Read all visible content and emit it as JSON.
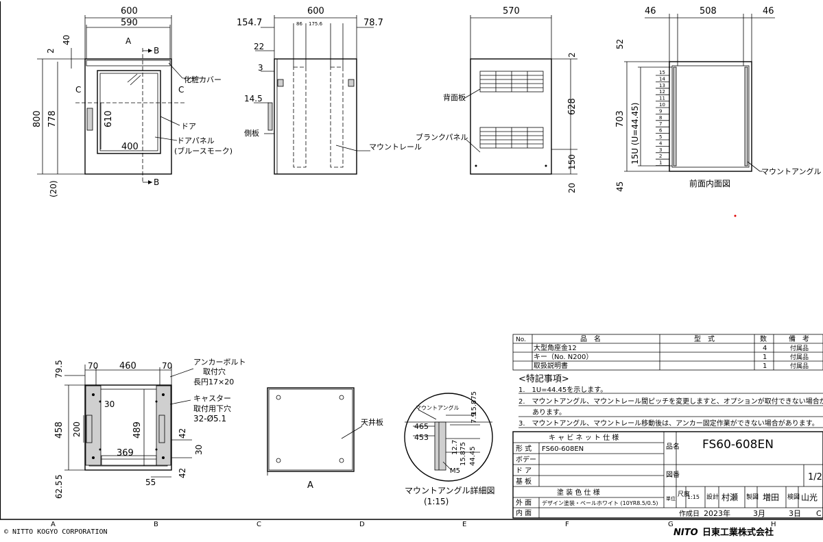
{
  "front": {
    "dims_top": [
      "600",
      "590"
    ],
    "dims_left": [
      "40",
      "2",
      "800",
      "778",
      "(20)"
    ],
    "section_labels": [
      "A",
      "B",
      "C",
      "C",
      "B"
    ],
    "dim_610": "610",
    "dim_400": "400",
    "callouts": [
      "化粧カバー",
      "ドア",
      "ドアパネル",
      "(ブルースモーク)"
    ]
  },
  "side": {
    "dims_top": [
      "154.7",
      "600",
      "78.7"
    ],
    "dims_small": [
      "86",
      "175.6"
    ],
    "dims_left": [
      "22",
      "3",
      "14.5"
    ],
    "callouts": [
      "側板",
      "マウントレール"
    ]
  },
  "back": {
    "dim_top": "570",
    "dims_right": [
      "2",
      "628",
      "150",
      "20"
    ],
    "callouts": [
      "背面板",
      "ブランクパネル"
    ]
  },
  "inner": {
    "dims_top": [
      "46",
      "508",
      "46"
    ],
    "dims_left": [
      "52",
      "703",
      "15U (U=44.45)",
      "45"
    ],
    "rack_units": [
      "15",
      "14",
      "13",
      "12",
      "11",
      "10",
      "9",
      "8",
      "7",
      "6",
      "5",
      "4",
      "3",
      "2",
      "1"
    ],
    "callout": "マウントアングル",
    "caption": "前面内面図"
  },
  "bottom": {
    "dims_top": [
      "70",
      "460",
      "70"
    ],
    "dims_left": [
      "79.5",
      "458",
      "5",
      "62.5",
      "200",
      "489"
    ],
    "dims_inner": [
      "30",
      "369",
      "55",
      "42",
      "30",
      "42"
    ],
    "callouts": [
      "アンカーボルト",
      "取付穴",
      "長円17×20",
      "キャスター",
      "取付用下穴",
      "32-Ø5.1"
    ]
  },
  "top_view": {
    "callout": "天井板",
    "caption": "A"
  },
  "detail": {
    "dims": [
      "15.875",
      "7.9",
      "12.7",
      "465",
      "453",
      "15.875",
      "44.45"
    ],
    "callouts": [
      "マウントアングル",
      "M5"
    ],
    "caption": "マウントアングル詳細図",
    "scale": "(1:15)"
  },
  "parts_table": {
    "headers": [
      "No.",
      "品　名",
      "型　式",
      "数",
      "備　考"
    ],
    "rows": [
      {
        "name": "大型角座金12",
        "qty": "4",
        "note": "付属品"
      },
      {
        "name": "キー（No. N200）",
        "qty": "1",
        "note": "付属品"
      },
      {
        "name": "取扱説明書",
        "qty": "1",
        "note": "付属品"
      }
    ]
  },
  "notes": {
    "title": "<特記事項>",
    "items": [
      "1.　1U=44.45を示します。",
      "2.　マウントアングル、マウントレール間ピッチを変更しますと、オプションが取付できない場合が",
      "　　あります。",
      "3.　マウントアングル、マウントレール移動後は、アンカー固定作業ができない場合があります。"
    ]
  },
  "title_block": {
    "spec_header": "キ ャ ビ ネ ッ ト 仕 様",
    "rows": [
      {
        "label": "形 式",
        "value": "FS60-608EN"
      },
      {
        "label": "ボデー",
        "value": ""
      },
      {
        "label": "ド ア",
        "value": ""
      },
      {
        "label": "基 板",
        "value": ""
      }
    ],
    "paint_header": "塗 装 色 仕 様",
    "paint_rows": [
      {
        "label": "外 面",
        "value": "デザイン塗装・ペールホワイト (10YR8.5/0.5)"
      },
      {
        "label": "内 面",
        "value": ""
      }
    ],
    "name_label": "品名",
    "product": "FS60-608EN",
    "drawing_no_label": "図番",
    "sheet": "1/2",
    "unit_label": "単位",
    "scale_label": "尺度",
    "scale_value": "1:15",
    "design_label": "設計",
    "designer": "村瀬",
    "drawn_label": "製図",
    "drawer": "増田",
    "check_label": "検図",
    "checker": "山光",
    "date_label": "作成日",
    "year": "2023年",
    "month": "3月",
    "day": "3日",
    "rev": "C"
  },
  "footer": {
    "copyright": "© NITTO KOGYO CORPORATION",
    "company": "日東工業株式会社",
    "logo": "NITO",
    "grid_letters": [
      "A",
      "B",
      "C",
      "D",
      "E",
      "F",
      "G",
      "H"
    ]
  }
}
